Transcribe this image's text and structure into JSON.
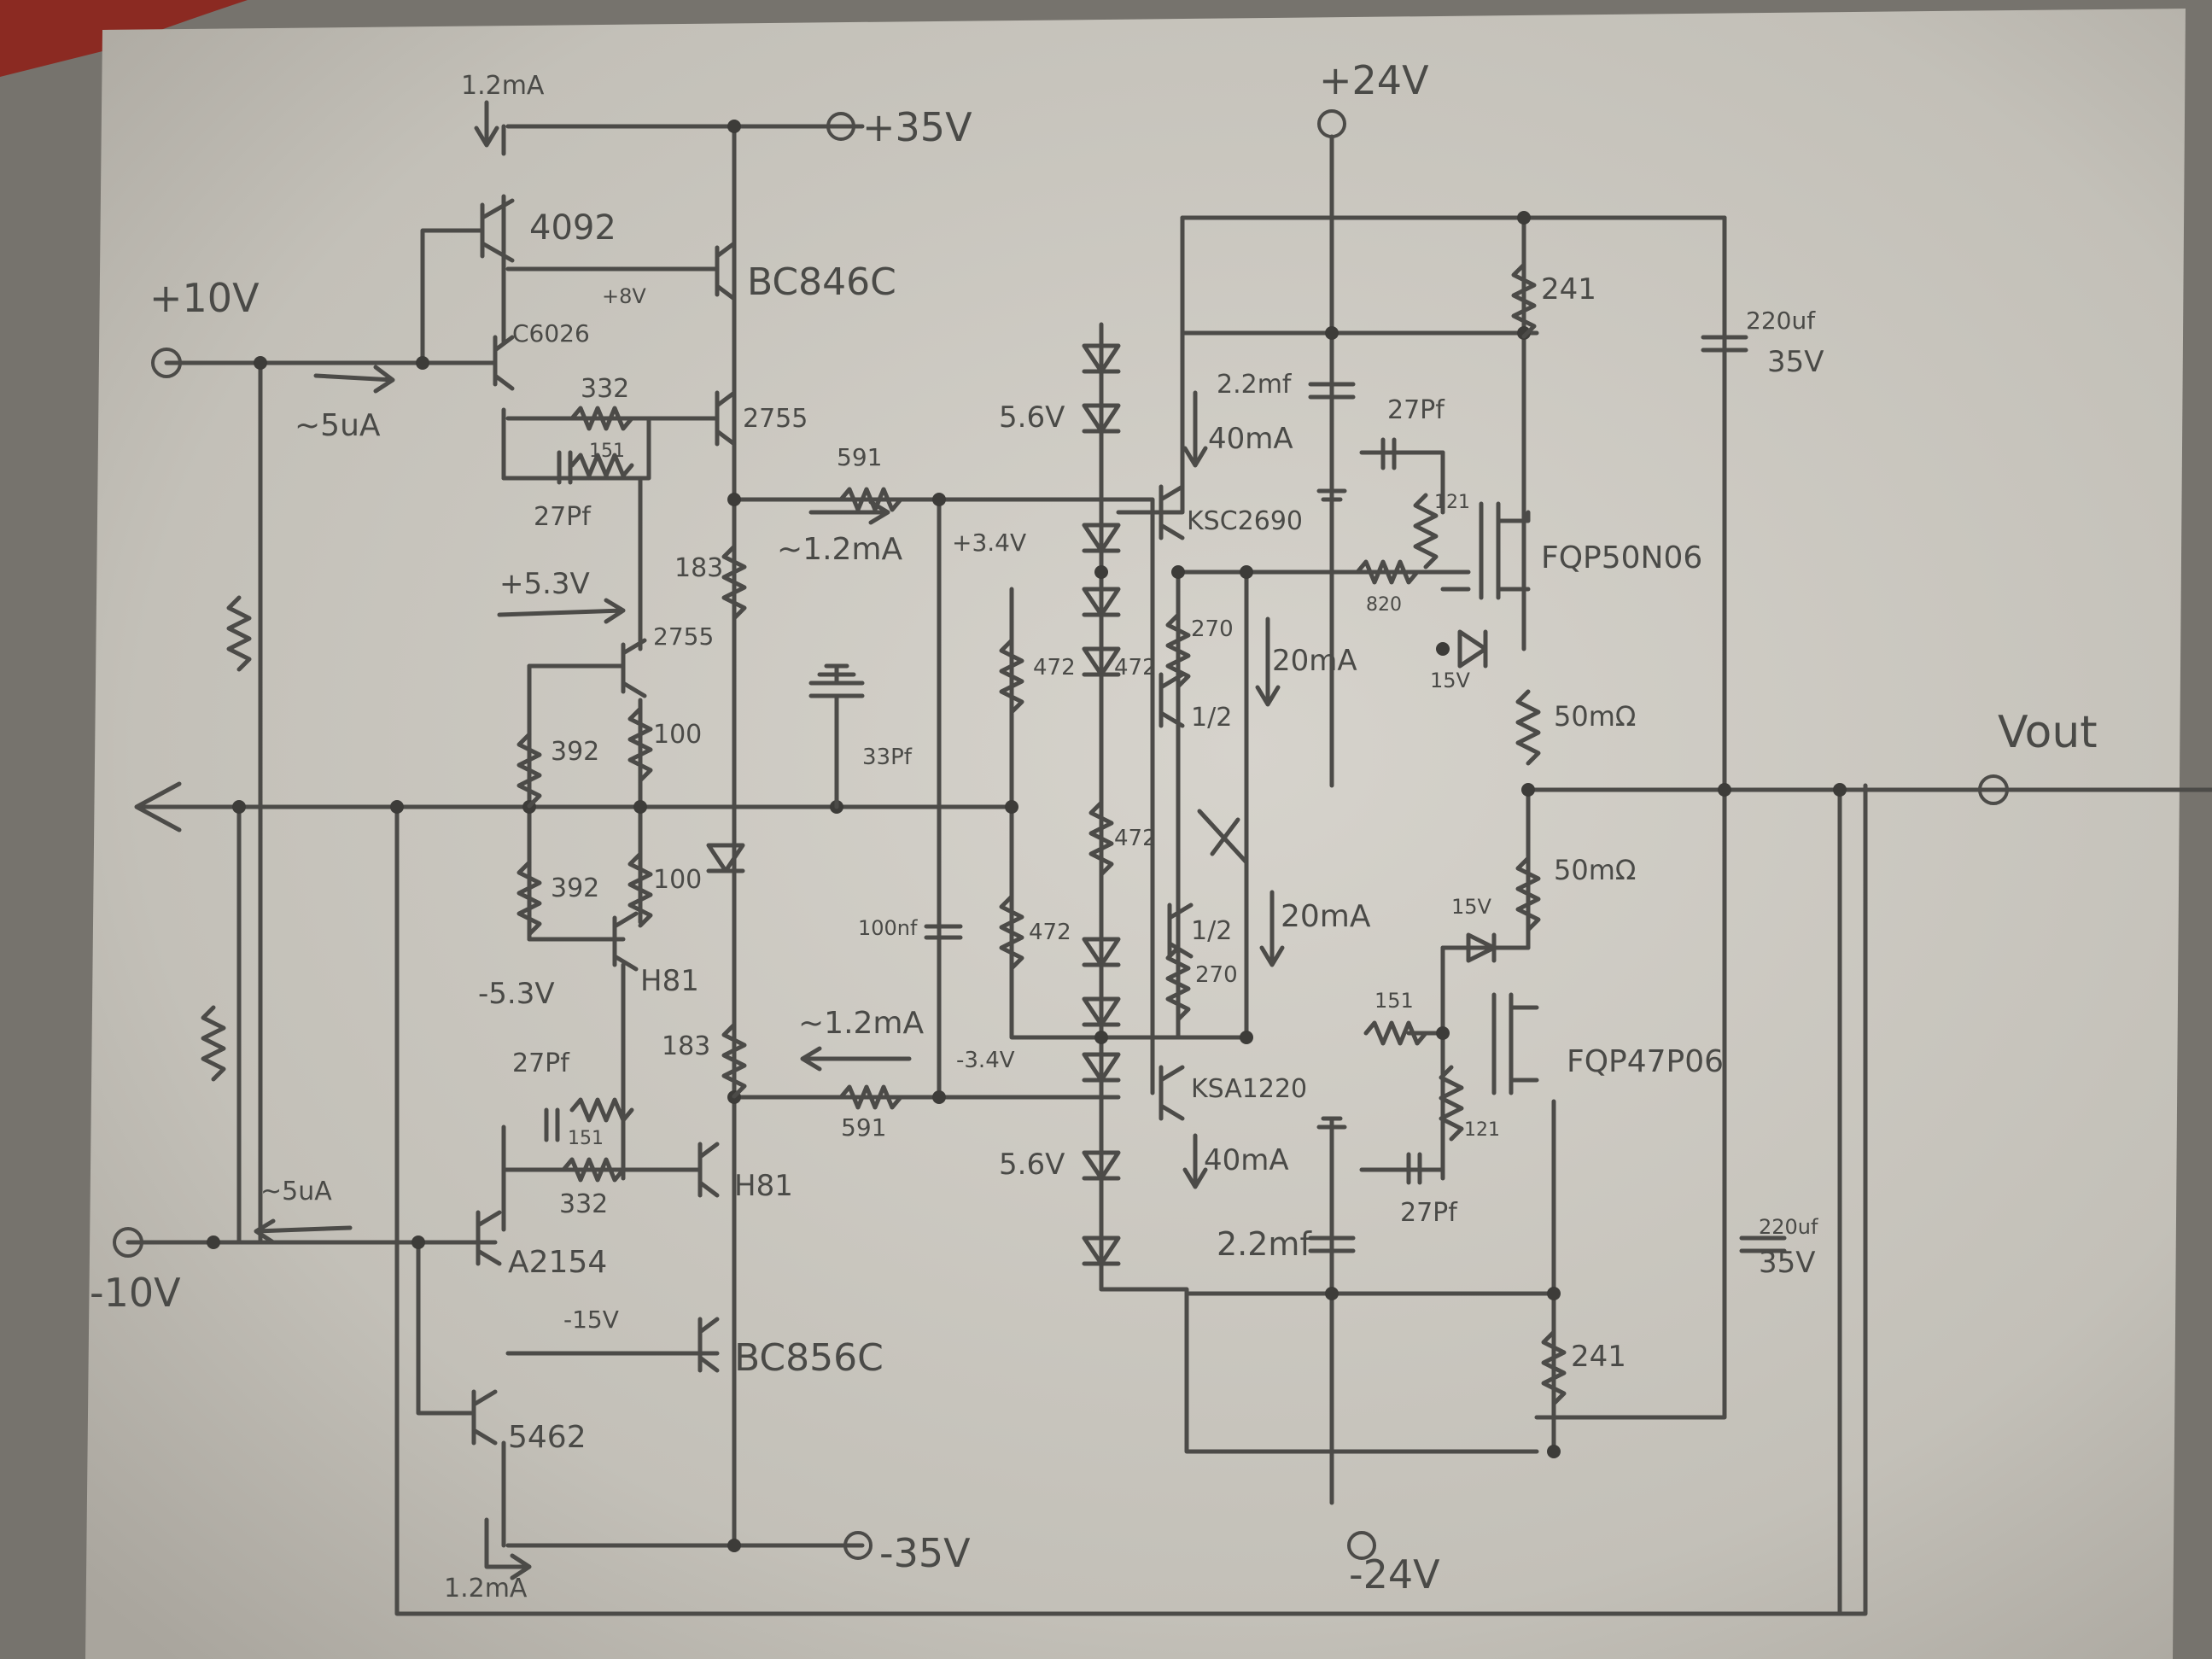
{
  "schematic": {
    "supplies": {
      "pos10": "+10V",
      "neg10": "-10V",
      "pos35": "+35V",
      "neg35": "-35V",
      "pos24": "+24V",
      "neg24": "-24V",
      "vout": "Vout"
    },
    "transistors": {
      "q_4092": "4092",
      "q_bc846c": "BC846C",
      "q_c6026": "C6026",
      "q_2755_top": "2755",
      "q_2755_mid": "2755",
      "q_h81_mid": "H81",
      "q_h81_low": "H81",
      "q_a2154": "A2154",
      "q_bc856c": "BC856C",
      "q_5462": "5462",
      "q_ksc2690": "KSC2690",
      "q_half_top": "1/2",
      "q_half_bot": "1/2",
      "q_ksa1220": "KSA1220",
      "m_fqp50n06": "FQP50N06",
      "m_fqp47p06": "FQP47P06"
    },
    "resistors": {
      "r332_top": "332",
      "r151_top": "151",
      "r591_top": "591",
      "r183_top": "183",
      "r392_a": "392",
      "r100_a": "100",
      "r392_b": "392",
      "r100_b": "100",
      "r183_bot": "183",
      "r151_bot": "151",
      "r332_bot": "332",
      "r591_bot": "591",
      "r472_a": "472",
      "r472_b": "472",
      "r472_c": "472",
      "r472_d": "472",
      "r270_top": "270",
      "r270_bot": "270",
      "r241_top": "241",
      "r241_bot": "241",
      "r121_top": "121",
      "r820": "820",
      "r151_right": "151",
      "r121_bot": "121",
      "r50m_top": "50mΩ",
      "r50m_bot": "50mΩ"
    },
    "capacitors": {
      "c27_top_left": "27Pf",
      "c33": "33Pf",
      "c100n": "100nf",
      "c27_bot_left": "27Pf",
      "c22_top": "2.2mf",
      "c27_top_right": "27Pf",
      "c22_bot": "2.2mf",
      "c27_bot_right": "27Pf",
      "c220_top": "220uf",
      "c35_top": "35V",
      "c220_bot": "220uf",
      "c35_bot": "35V"
    },
    "zeners": {
      "z56_top": "5.6V",
      "z56_bot": "5.6V",
      "z15_top": "15V",
      "z15_bot": "15V"
    },
    "annotations": {
      "i_12ma_top": "1.2mA",
      "i_5ua_top": "~5uA",
      "v_8v": "+8V",
      "v_53_pos": "+5.3V",
      "i_12ma_mid_top": "~1.2mA",
      "v_34_pos": "+3.4V",
      "i_40ma_top": "40mA",
      "i_20ma_top": "20mA",
      "i_20ma_bot": "20mA",
      "v_53_neg": "-5.3V",
      "i_12ma_mid_bot": "~1.2mA",
      "v_34_neg": "-3.4V",
      "i_40ma_bot": "40mA",
      "i_5ua_bot": "~5uA",
      "v_15_neg": "-15V",
      "i_12ma_bot": "1.2mA"
    }
  }
}
